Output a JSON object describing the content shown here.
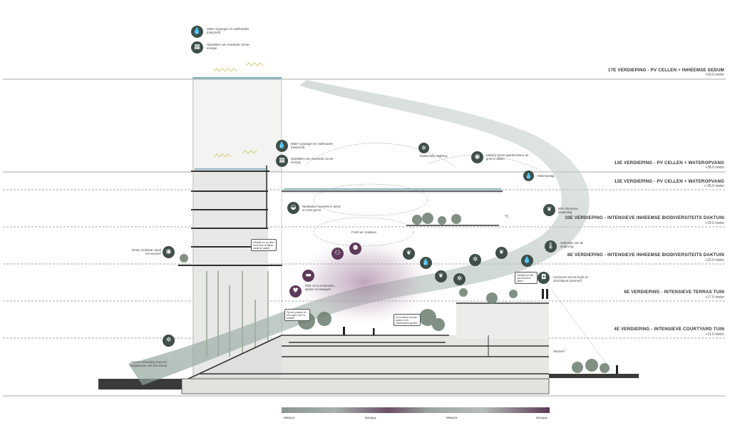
{
  "levels": [
    {
      "title": "17E VERDIEPING - PV CELLEN + INHEEMSE SEDUM",
      "height": "+53.0 meter"
    },
    {
      "title": "13E VERDIEPING - PV CELLEN + WATEROPVANG",
      "height": "+38.0 meter"
    },
    {
      "title": "12E VERDIEPING - PV CELLEN + WATEROPVANG",
      "height": "+-35.0 meter"
    },
    {
      "title": "10E VERDIEPING - INTENSIEVE INHEEMSE BIODIVERSITEITS  DAKTUIN",
      "height": "+29.0 meter"
    },
    {
      "title": "8E VERDIEPING - INTENSIEVE INHEEMSE BIODIVERSITEITS  DAKTUIN",
      "height": "+23.0 meter"
    },
    {
      "title": "6E VERDIEPING - INTENSIEVE TERRAS TUIN",
      "height": "+17.0 meter"
    },
    {
      "title": "4E VERDIEPING - INTENSIEVE COURTYARD TUIN",
      "height": "+11.0 meter"
    }
  ],
  "annotations": {
    "water_top": "Water opvangen en vasthouden (rainproof)",
    "solar_top": "Opwekken van maximale zonne-energie",
    "water_mid": "Water opvangen en vasthouden (rainproof)",
    "solar_mid": "Opwekken van maximale zonne-energie",
    "biodiversity": "Biodiversity Highway",
    "view_apartments": "Uitzicht vanuit apartementen op groene daken.",
    "water_storage": "Wateropslag",
    "nest_boxes": "Nestkasten verwerkt in West- en Oost gevel",
    "native_planting": "50% Inheemse beplanting",
    "fresh_air": "Fresh air ciculation",
    "cooling": "Verkoelen van de omgeving",
    "temp_unit": "°C",
    "green_visible": "Groen zichtbaar vanaf het woonerf",
    "place_meet": "Plek om te ontmoeten, spelen en bewegen",
    "connection": "Connectie met de buurt en uitzichtpunt (woonerf)",
    "woonerf": "Woonerf",
    "green_link": "Groene verbinding trap van straatniveau met binnentuin"
  },
  "bubbles": {
    "b1": "Heerlijk om op deze mooi man te kijken vanaf de galerij",
    "b2": "Fijn om privacy en een eigen 'tuin' te hebben",
    "b3": "De kinderen kunnen spelen en ik ondertussen sporten",
    "b4": "Heerlijk om hier van boven te kijken"
  },
  "icons": {
    "water": "water-drop-icon",
    "solar": "solar-panel-icon",
    "bee": "bee-icon",
    "eye": "eye-icon",
    "nest": "bird-nest-icon",
    "plant": "plant-icon",
    "thermometer": "thermometer-icon",
    "heart": "heart-icon",
    "dumbbell": "dumbbell-icon",
    "family": "family-icon",
    "camera": "camera-icon"
  },
  "legend": {
    "labels": [
      "PRIVACY",
      "SOCIAAL",
      "PRIVACY",
      "SOCIAAL"
    ]
  },
  "colors": {
    "dark_green": "#3f4f48",
    "purple": "#5e3a5a",
    "building": "#e6e6e3",
    "slab": "#3a3a3a"
  }
}
